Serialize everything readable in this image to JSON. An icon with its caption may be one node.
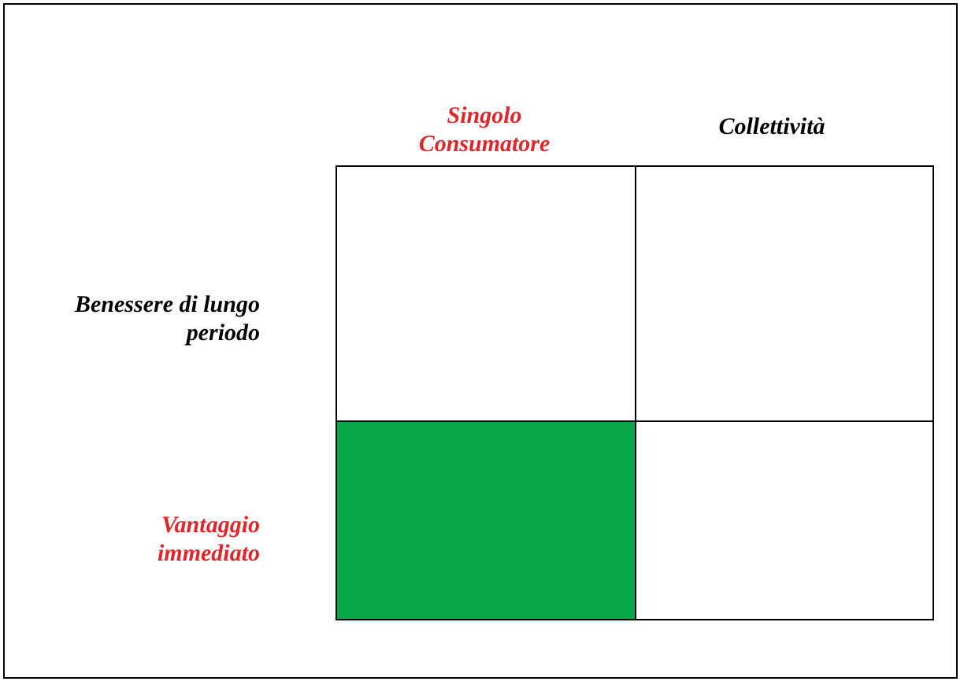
{
  "diagram": {
    "nodes": [
      {
        "text": [],
        "shape": "box"
      },
      {
        "text": [],
        "shape": "box"
      },
      {
        "text": [],
        "shape": "box"
      },
      {
        "text": [],
        "shape": "box"
      }
    ],
    "edges": [],
    "labels": [
      "Singolo Consumatore",
      "Collettività",
      "Benessere di lungo periodo",
      "Vantaggio immediato"
    ]
  }
}
